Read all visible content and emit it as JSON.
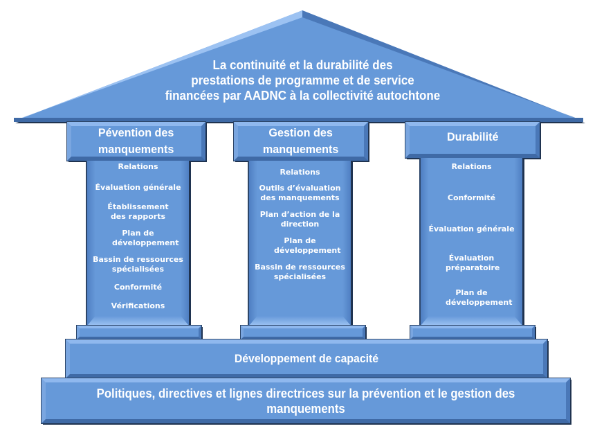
{
  "roof": {
    "title_lines": [
      "La continuité et la durabilité des",
      "prestations de programme et de service",
      "financées par AADNC à la collectivité autochtone"
    ]
  },
  "pillars": [
    {
      "title_lines": [
        "Pévention des",
        "manquements"
      ],
      "items": [
        "Relations",
        "Évaluation générale",
        "Établissement des rapports",
        "Plan de développement",
        "Bassin de ressources spécialisées",
        "Conformité",
        "Vérifications"
      ]
    },
    {
      "title_lines": [
        "Gestion des",
        "manquements"
      ],
      "items": [
        "Relations",
        "Outils d’évaluation des manquements",
        "Plan d’action de la direction",
        "Plan de développement",
        "Bassin de ressources spécialisées"
      ]
    },
    {
      "title_lines": [
        "Durabilité"
      ],
      "items": [
        "Relations",
        "Conformité",
        "Évaluation générale",
        "Évaluation préparatoire",
        "Plan de développement"
      ]
    }
  ],
  "foundation": {
    "capacity_label": "Développement de capacité",
    "policies_label": "Politiques, directives et lignes directrices sur la prévention et le gestion des manquements"
  },
  "colors": {
    "fill": "#6699d9",
    "highlight": "#9cc2f2",
    "shadow": "#1f3350",
    "text": "#ffffff"
  }
}
